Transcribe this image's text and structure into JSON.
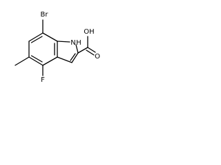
{
  "molecule": {
    "labels": {
      "bromine": "Br",
      "fluorine": "F",
      "nitrogen": "N",
      "hydrogen_on_n": "H",
      "hydroxyl": "OH",
      "carbonyl_oxygen": "O"
    },
    "colors": {
      "bond": "#000000",
      "label": "#000000",
      "background": "#ffffff"
    }
  }
}
